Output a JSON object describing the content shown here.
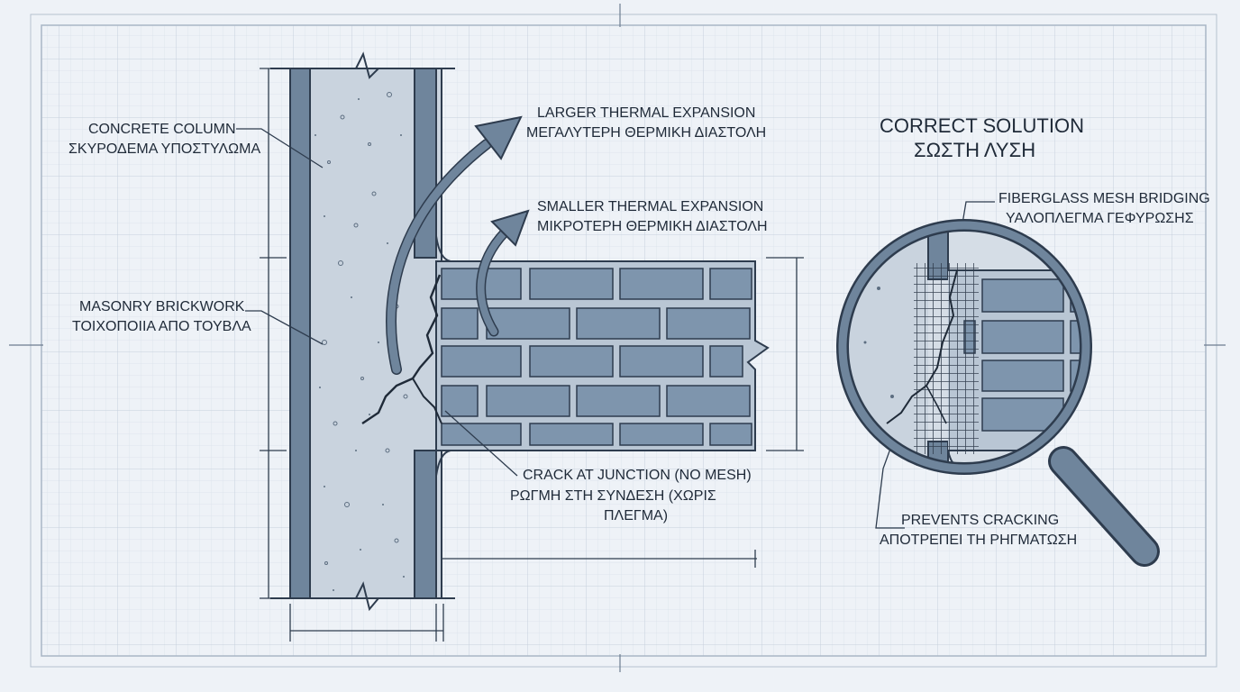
{
  "colors": {
    "background": "#eef2f7",
    "grid": "#cfd8e3",
    "concrete": "#c9d3de",
    "steel": "#6f859c",
    "outline": "#2e3c4e",
    "brick": "#7e95ad",
    "mortar": "#b9c6d4",
    "arrow": "#5d7388"
  },
  "labels": {
    "concrete_en": "CONCRETE COLUMN",
    "concrete_el": "ΣΚΥΡΟΔΕΜΑ ΥΠΟΣΤΥΛΩΜΑ",
    "masonry_en": "MASONRY BRICKWORK",
    "masonry_el": "ΤΟΙΧΟΠΟΙΙΑ ΑΠΟ ΤΟΥΒΛΑ",
    "larger_en": "LARGER THERMAL EXPANSION",
    "larger_el": "ΜΕΓΑΛΥΤΕΡΗ ΘΕΡΜΙΚΗ ΔΙΑΣΤΟΛΗ",
    "smaller_en": "SMALLER THERMAL EXPANSION",
    "smaller_el": "ΜΙΚΡΟΤΕΡΗ ΘΕΡΜΙΚΗ ΔΙΑΣΤΟΛΗ",
    "crack_en": "CRACK AT JUNCTION (NO MESH)",
    "crack_el_1": "ΡΩΓΜΗ ΣΤΗ ΣΥΝΔΕΣΗ (ΧΩΡΙΣ",
    "crack_el_2": "ΠΛΕΓΜΑ)",
    "solution_en": "CORRECT SOLUTION",
    "solution_el": "ΣΩΣΤΗ ΛΥΣΗ",
    "mesh_en": "FIBERGLASS MESH BRIDGING",
    "mesh_el": "ΥΑΛΟΠΛΕΓΜΑ ΓΕΦΥΡΩΣΗΣ",
    "prevents_en": "PREVENTS CRACKING",
    "prevents_el": "ΑΠΟΤΡΕΠΕΙ ΤΗ ΡΗΓΜΑΤΩΣΗ"
  }
}
